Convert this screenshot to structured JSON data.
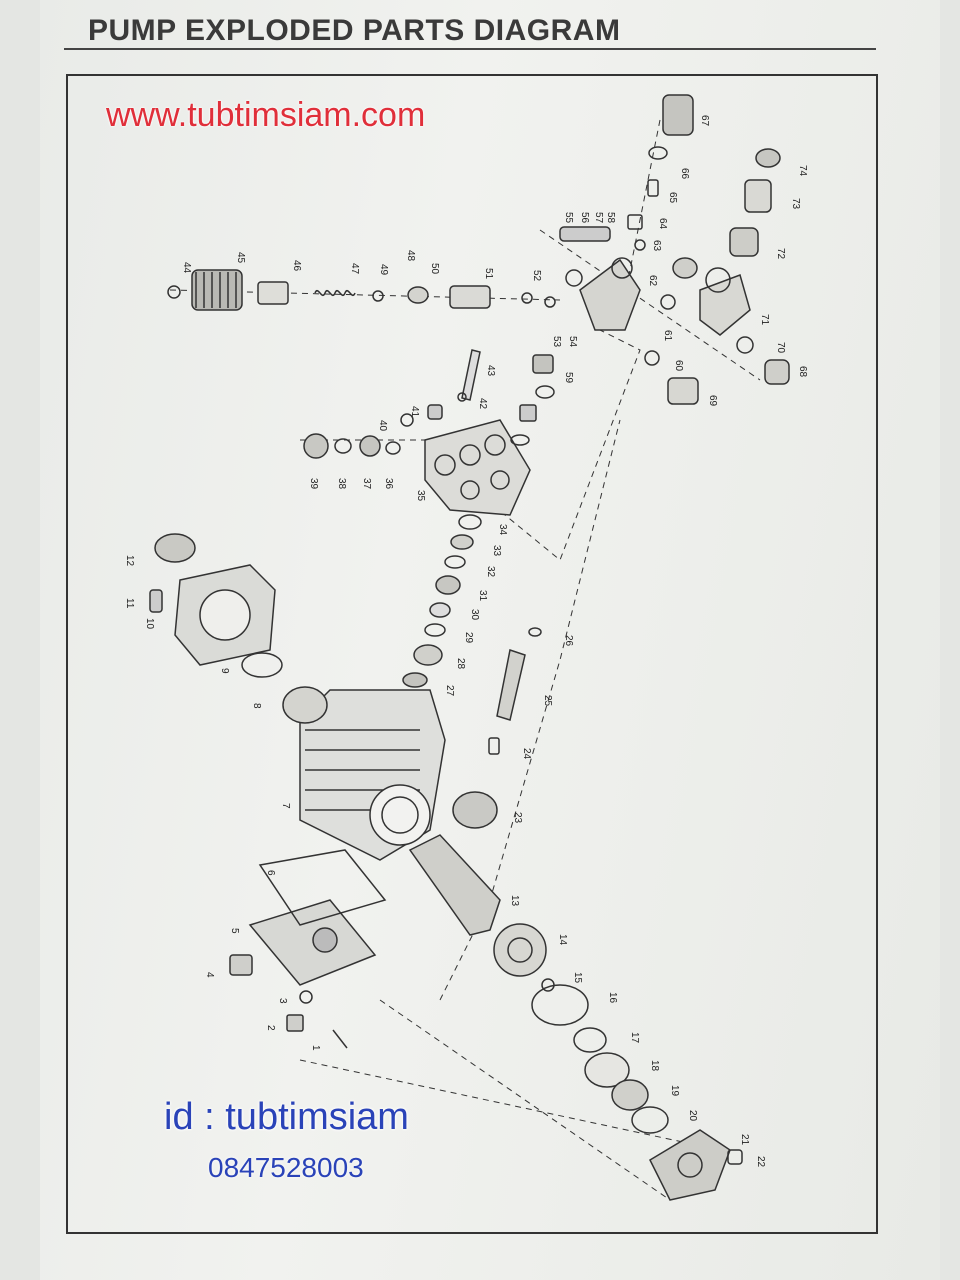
{
  "header": {
    "title": "PUMP EXPLODED PARTS DIAGRAM"
  },
  "watermark": {
    "url": "www.tubtimsiam.com",
    "id_line": "id : tubtimsiam",
    "phone": "0847528003"
  },
  "diagram": {
    "parts": [
      {
        "n": "1"
      },
      {
        "n": "2"
      },
      {
        "n": "3"
      },
      {
        "n": "4"
      },
      {
        "n": "5"
      },
      {
        "n": "6"
      },
      {
        "n": "7"
      },
      {
        "n": "8"
      },
      {
        "n": "9"
      },
      {
        "n": "10"
      },
      {
        "n": "11"
      },
      {
        "n": "12"
      },
      {
        "n": "13"
      },
      {
        "n": "14"
      },
      {
        "n": "15"
      },
      {
        "n": "16"
      },
      {
        "n": "17"
      },
      {
        "n": "18"
      },
      {
        "n": "19"
      },
      {
        "n": "20"
      },
      {
        "n": "21"
      },
      {
        "n": "22"
      },
      {
        "n": "23"
      },
      {
        "n": "24"
      },
      {
        "n": "25"
      },
      {
        "n": "26"
      },
      {
        "n": "27"
      },
      {
        "n": "28"
      },
      {
        "n": "29"
      },
      {
        "n": "30"
      },
      {
        "n": "31"
      },
      {
        "n": "32"
      },
      {
        "n": "33"
      },
      {
        "n": "34"
      },
      {
        "n": "35"
      },
      {
        "n": "36"
      },
      {
        "n": "37"
      },
      {
        "n": "38"
      },
      {
        "n": "39"
      },
      {
        "n": "40"
      },
      {
        "n": "41"
      },
      {
        "n": "42"
      },
      {
        "n": "43"
      },
      {
        "n": "44"
      },
      {
        "n": "45"
      },
      {
        "n": "46"
      },
      {
        "n": "47"
      },
      {
        "n": "48"
      },
      {
        "n": "49"
      },
      {
        "n": "50"
      },
      {
        "n": "51"
      },
      {
        "n": "52"
      },
      {
        "n": "53"
      },
      {
        "n": "54"
      },
      {
        "n": "55"
      },
      {
        "n": "56"
      },
      {
        "n": "57"
      },
      {
        "n": "58"
      },
      {
        "n": "59"
      },
      {
        "n": "60"
      },
      {
        "n": "61"
      },
      {
        "n": "62"
      },
      {
        "n": "63"
      },
      {
        "n": "64"
      },
      {
        "n": "65"
      },
      {
        "n": "66"
      },
      {
        "n": "67"
      },
      {
        "n": "68"
      },
      {
        "n": "69"
      },
      {
        "n": "70"
      },
      {
        "n": "71"
      },
      {
        "n": "72"
      },
      {
        "n": "73"
      },
      {
        "n": "74"
      }
    ]
  },
  "colors": {
    "watermark_url": "#e02f3a",
    "watermark_id": "#2a43b8"
  }
}
